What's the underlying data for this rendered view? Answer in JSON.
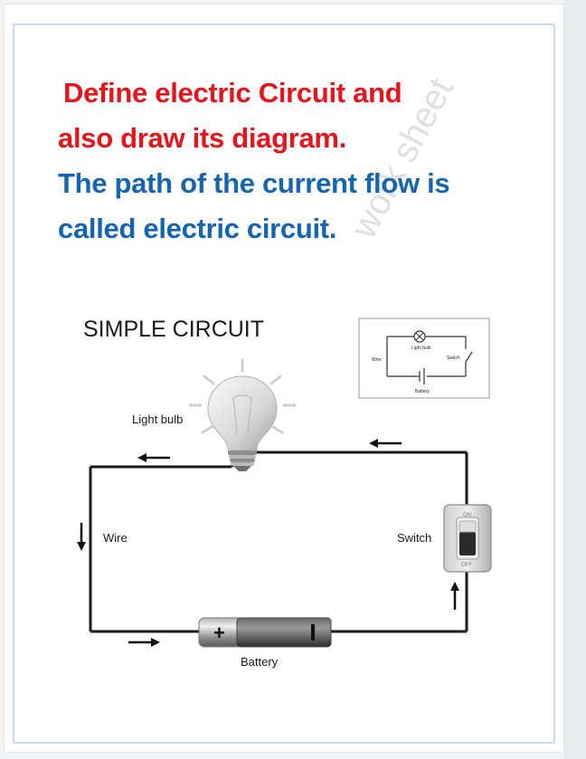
{
  "question": {
    "line1": "Define electric Circuit and",
    "line2": "also draw its diagram.",
    "color": "#e8141c"
  },
  "answer": {
    "line1": "The path of the current flow is",
    "line2": "called electric circuit.",
    "color": "#1565b0"
  },
  "watermark": "work sheet",
  "diagram": {
    "title": "SIMPLE CIRCUIT",
    "labels": {
      "light_bulb": "Light bulb",
      "wire": "Wire",
      "switch": "Switch",
      "battery": "Battery",
      "switch_on": "ON",
      "switch_off": "OFF",
      "battery_plus": "+",
      "battery_minus": "-"
    },
    "inset": {
      "light_bulb": "Light bulb",
      "wire": "Wire",
      "switch": "Switch",
      "battery": "Battery"
    }
  }
}
